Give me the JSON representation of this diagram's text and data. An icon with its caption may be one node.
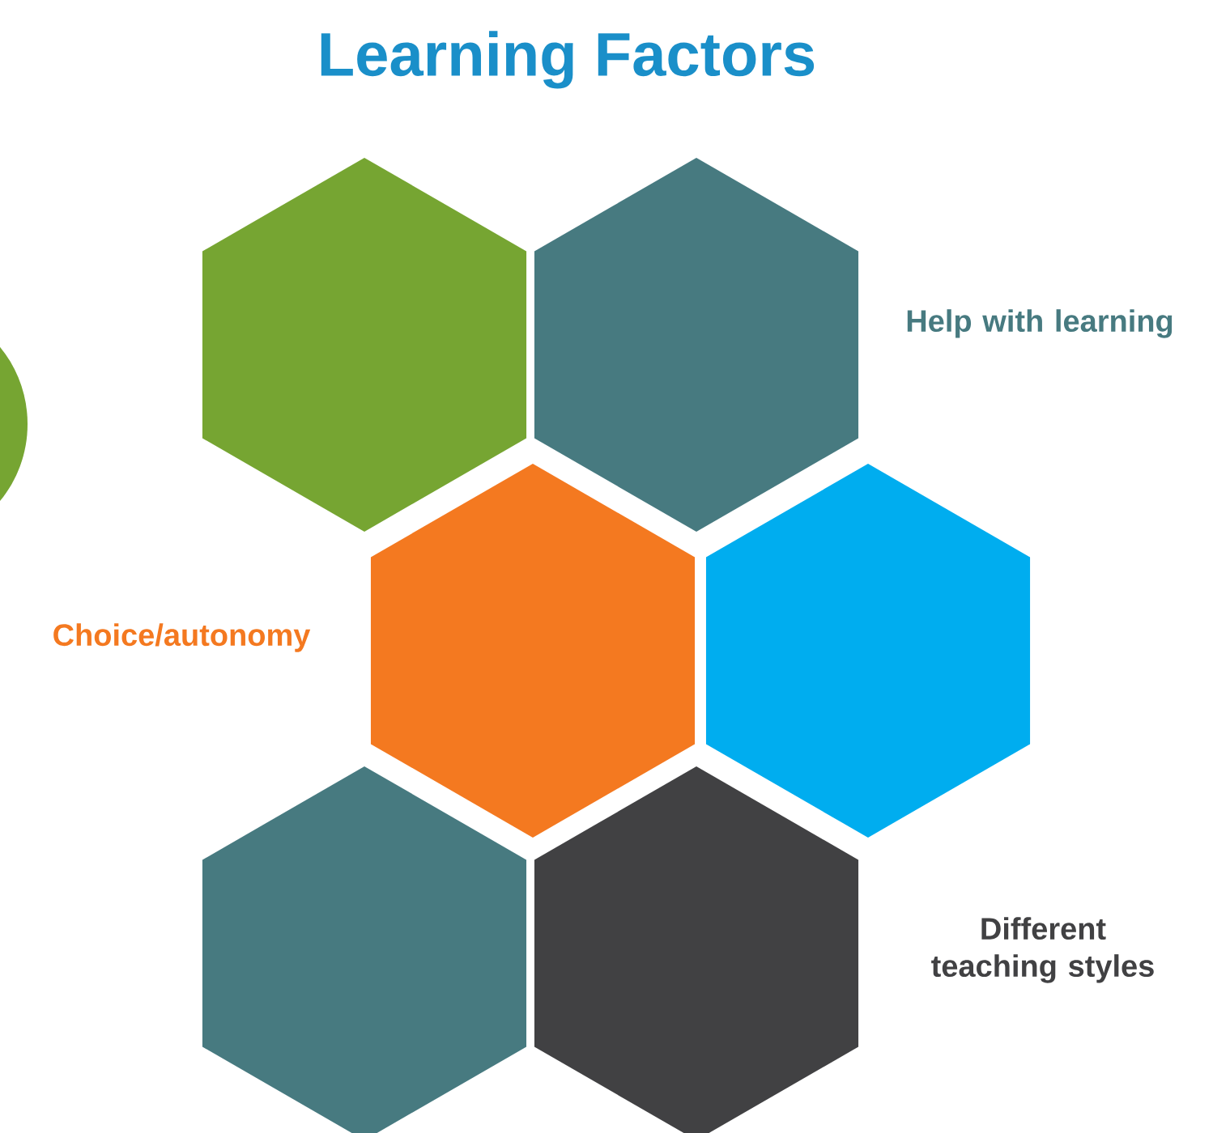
{
  "diagram": {
    "title": "Learning Factors",
    "nodes": [
      {
        "text": [],
        "shape": "hexagon"
      },
      {
        "text": [],
        "shape": "hexagon",
        "beside": [
          "Help with learning"
        ]
      },
      {
        "text": [],
        "shape": "circle"
      },
      {
        "text": [],
        "shape": "hexagon",
        "beside": [
          "Choice/autonomy"
        ]
      },
      {
        "text": [],
        "shape": "hexagon"
      },
      {
        "text": [],
        "shape": "hexagon"
      },
      {
        "text": [],
        "shape": "hexagon",
        "beside": [
          "Different teaching styles"
        ]
      }
    ]
  }
}
